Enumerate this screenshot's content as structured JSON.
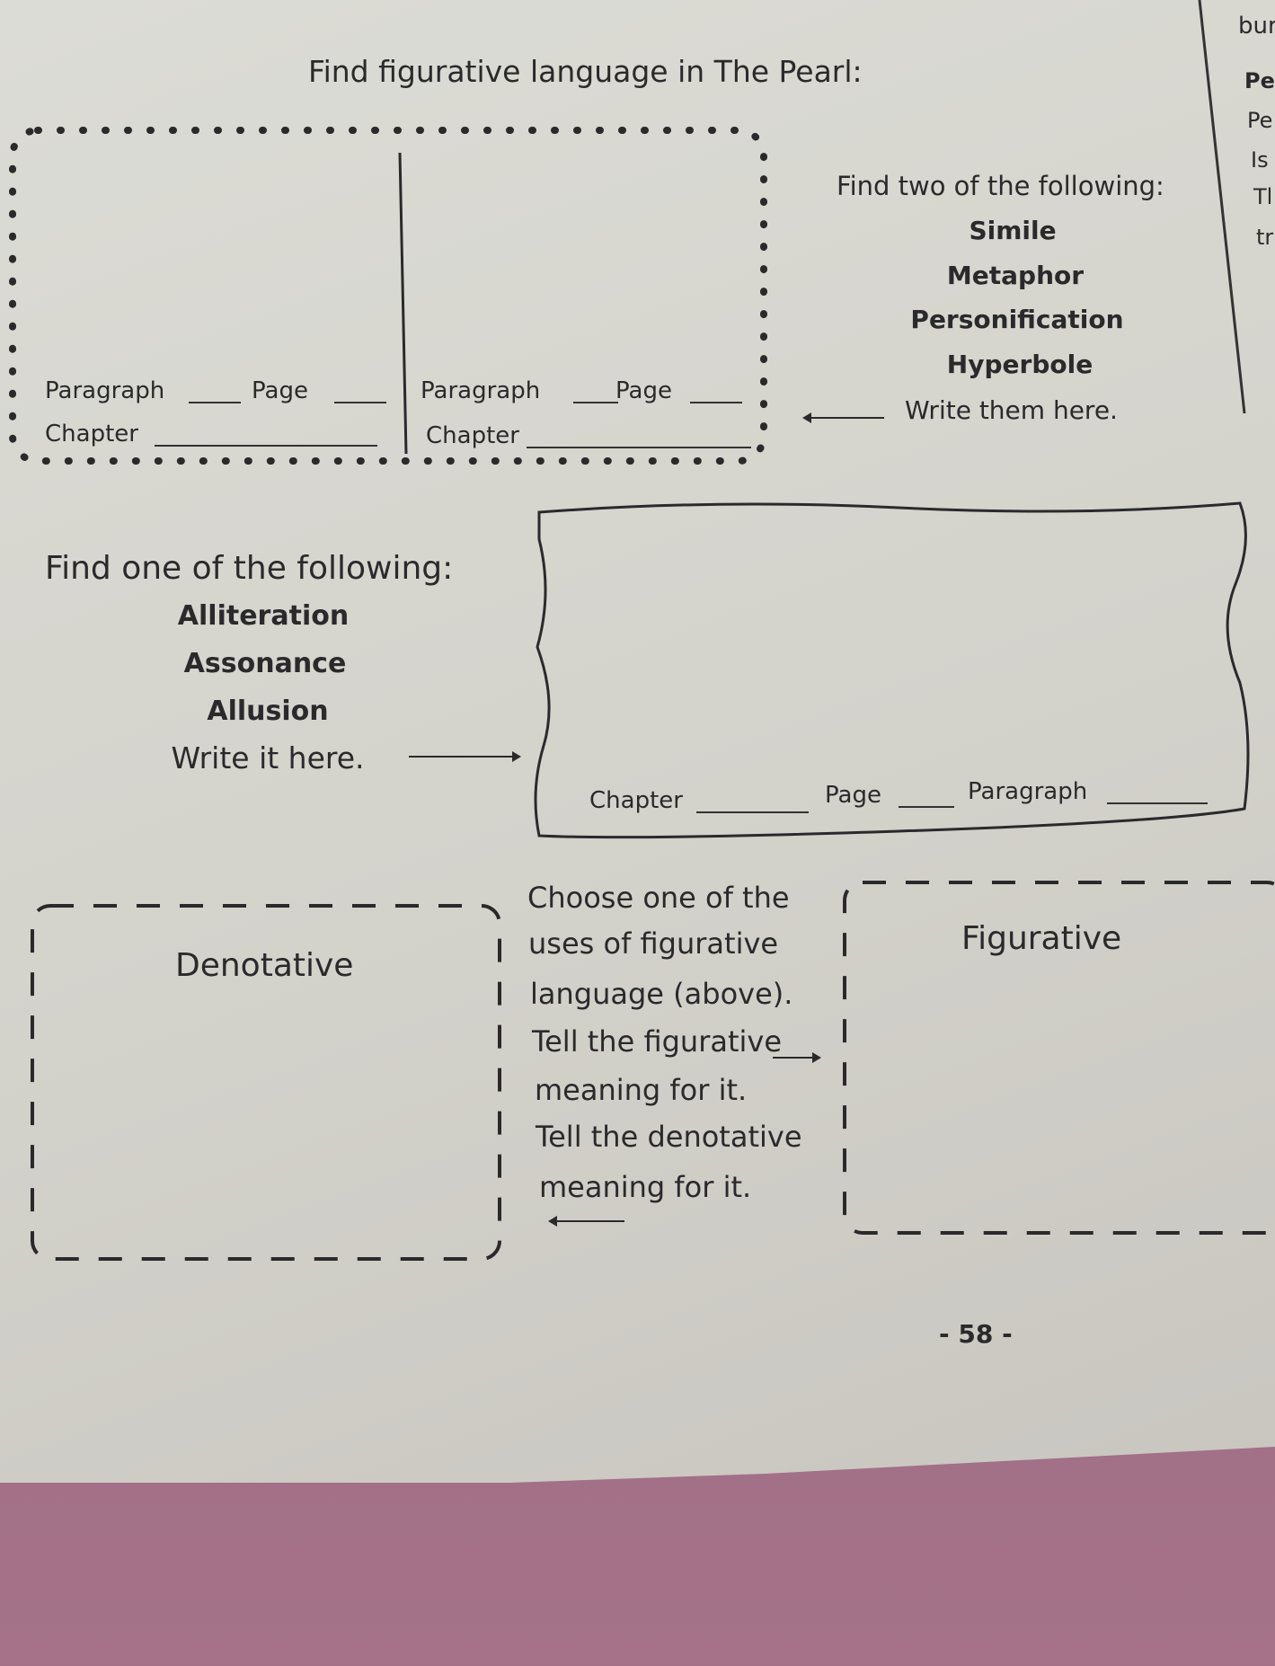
{
  "title": "Find figurative language in The Pearl:",
  "right_page_fragments": [
    "bur",
    "Pe",
    "Pe",
    "Is",
    "Tl",
    "tr"
  ],
  "box1": {
    "left": {
      "paragraph": "Paragraph",
      "page": "Page",
      "chapter": "Chapter"
    },
    "right": {
      "paragraph": "Paragraph",
      "page": "Page",
      "chapter": "Chapter"
    }
  },
  "section1": {
    "heading": "Find two of the following:",
    "items": [
      "Simile",
      "Metaphor",
      "Personification",
      "Hyperbole"
    ],
    "instruction": "Write them here."
  },
  "section2": {
    "heading": "Find one of the following:",
    "items": [
      "Alliteration",
      "Assonance",
      "Allusion"
    ],
    "instruction": "Write it here.",
    "chapter": "Chapter",
    "page": "Page",
    "paragraph": "Paragraph"
  },
  "section3": {
    "left_label": "Denotative",
    "right_label": "Figurative",
    "instructions": [
      "Choose one of the",
      "uses of figurative",
      "language (above).",
      "Tell the figurative",
      "meaning for it.",
      "Tell the denotative",
      "meaning for it."
    ]
  },
  "page_number": "- 58 -"
}
